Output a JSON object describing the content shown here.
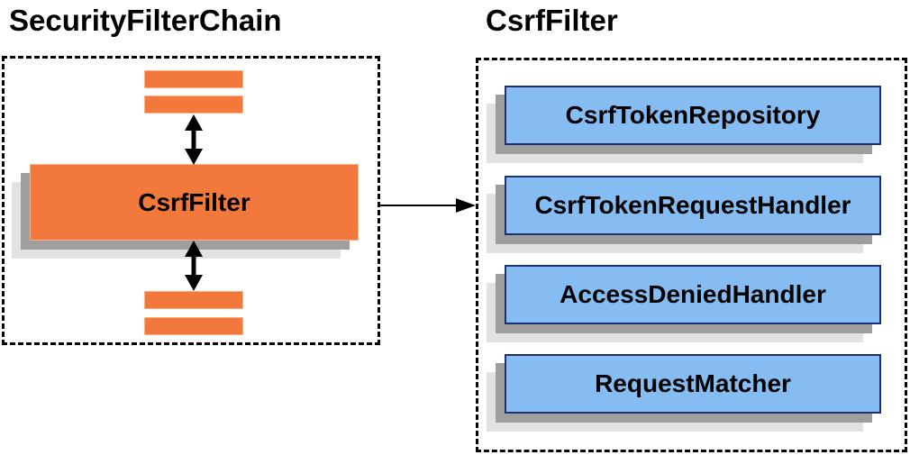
{
  "left_panel": {
    "title": "SecurityFilterChain",
    "csrf_filter_label": "CsrfFilter"
  },
  "right_panel": {
    "title": "CsrfFilter",
    "components": [
      "CsrfTokenRepository",
      "CsrfTokenRequestHandler",
      "AccessDeniedHandler",
      "RequestMatcher"
    ]
  },
  "icons": {
    "vertical_connector": "double-headed-arrow",
    "panel_connector": "right-arrow"
  },
  "colors": {
    "filter_orange": "#F2793B",
    "component_blue": "#85BDF2",
    "component_border": "#1F3072",
    "shadow_dark": "#9E9E9E",
    "shadow_light": "#E2E2E2",
    "arrow_black": "#000000"
  }
}
